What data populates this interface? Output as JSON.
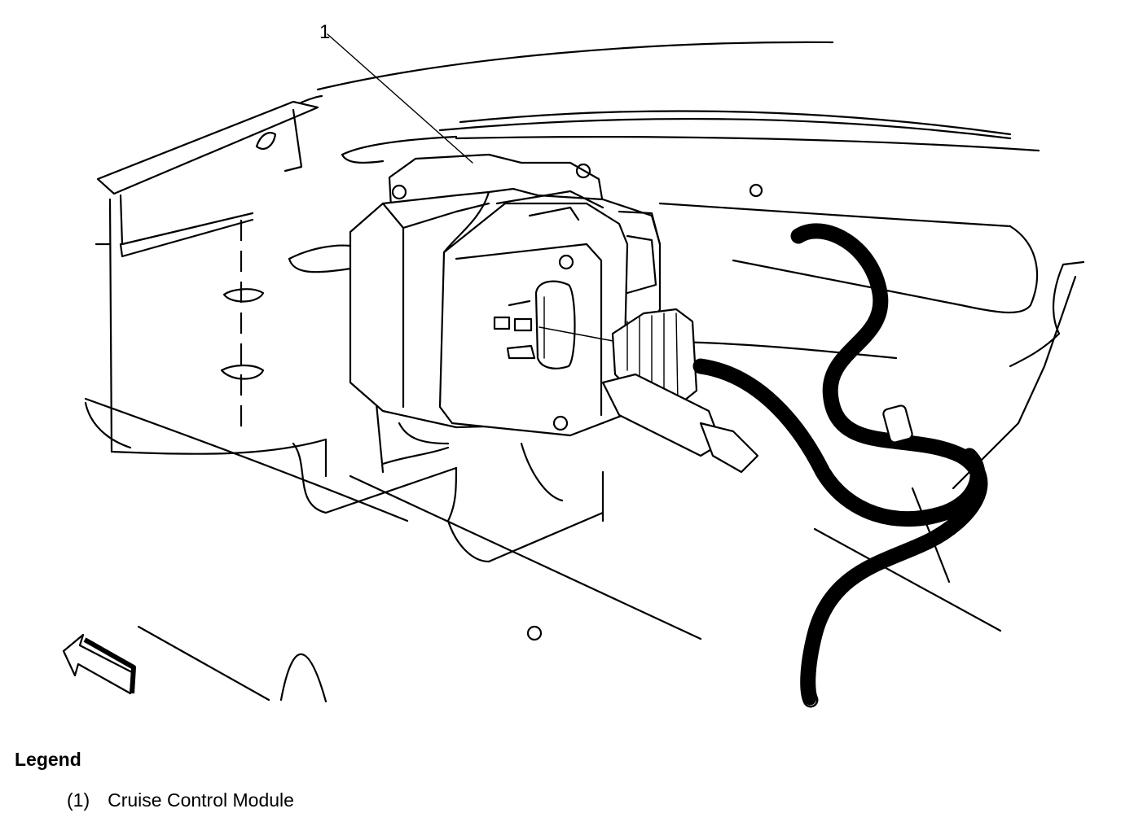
{
  "diagram": {
    "callout_number": "1",
    "icons": [
      "cruise-control-module",
      "harness-connector",
      "wiring-harness",
      "front-direction-arrow"
    ]
  },
  "legend": {
    "title": "Legend",
    "items": [
      {
        "number": "(1)",
        "label": "Cruise Control Module"
      }
    ]
  }
}
